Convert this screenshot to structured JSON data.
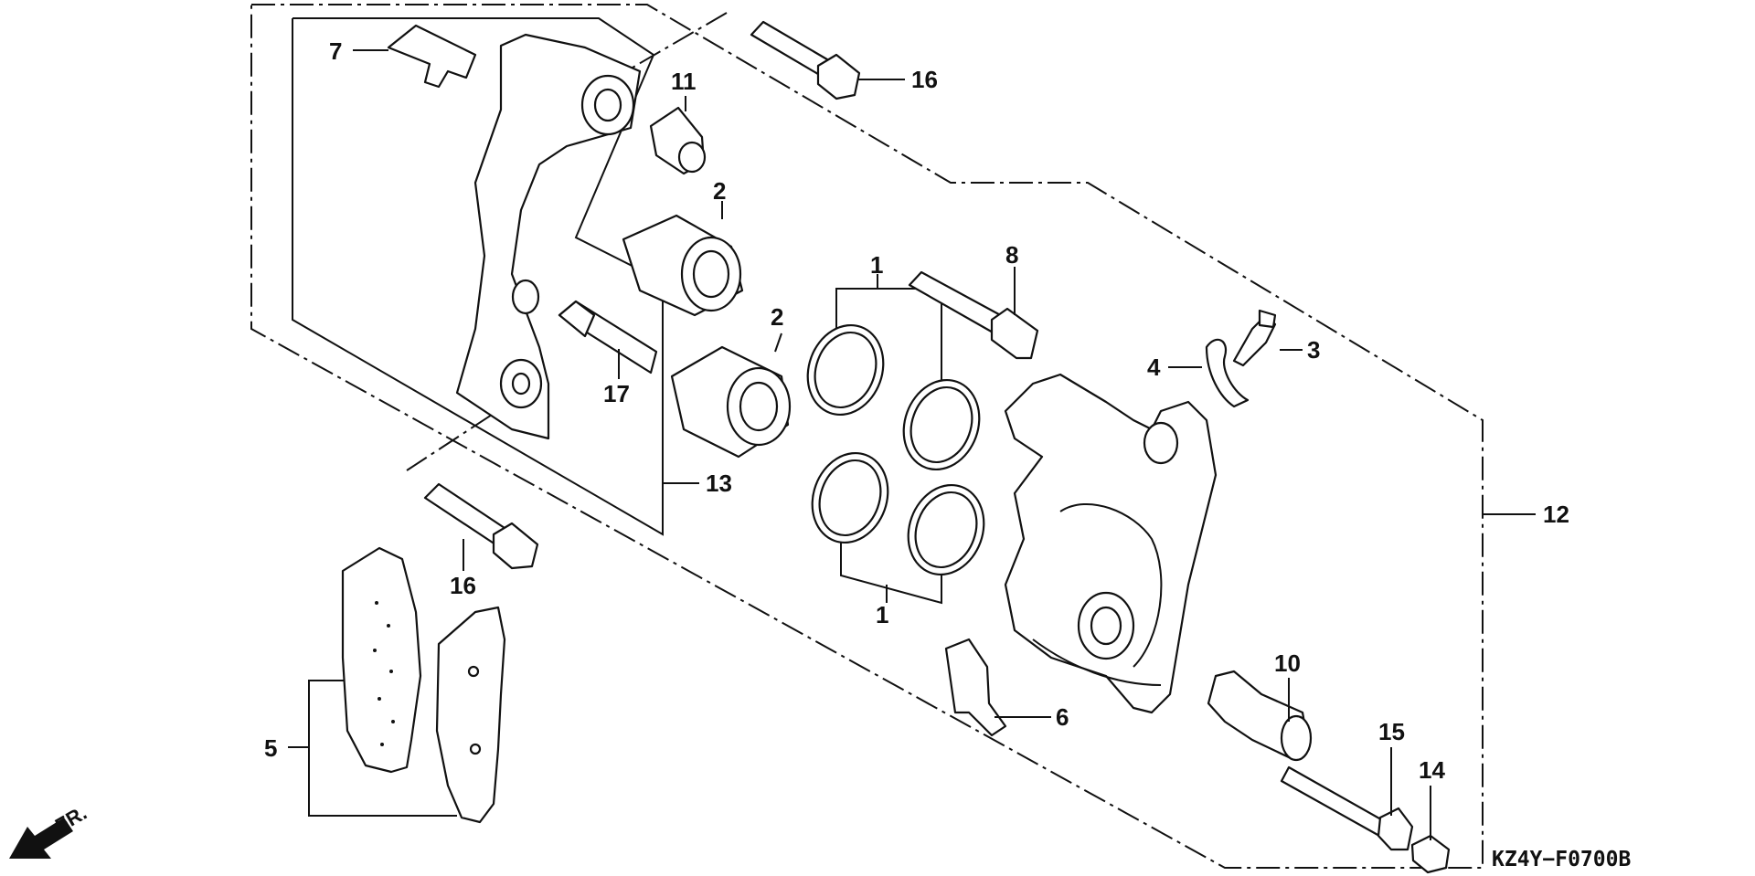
{
  "callouts": [
    {
      "id": "c1a",
      "label": "1"
    },
    {
      "id": "c1b",
      "label": "1"
    },
    {
      "id": "c2a",
      "label": "2"
    },
    {
      "id": "c2b",
      "label": "2"
    },
    {
      "id": "c3",
      "label": "3"
    },
    {
      "id": "c4",
      "label": "4"
    },
    {
      "id": "c5",
      "label": "5"
    },
    {
      "id": "c6",
      "label": "6"
    },
    {
      "id": "c7",
      "label": "7"
    },
    {
      "id": "c8",
      "label": "8"
    },
    {
      "id": "c10",
      "label": "10"
    },
    {
      "id": "c11",
      "label": "11"
    },
    {
      "id": "c12",
      "label": "12"
    },
    {
      "id": "c13",
      "label": "13"
    },
    {
      "id": "c14",
      "label": "14"
    },
    {
      "id": "c15",
      "label": "15"
    },
    {
      "id": "c16a",
      "label": "16"
    },
    {
      "id": "c16b",
      "label": "16"
    },
    {
      "id": "c17",
      "label": "17"
    }
  ],
  "diagram_code": "KZ4Y−F0700B",
  "direction_label": "FR.",
  "colors": {
    "ink": "#111111",
    "background": "#ffffff"
  }
}
